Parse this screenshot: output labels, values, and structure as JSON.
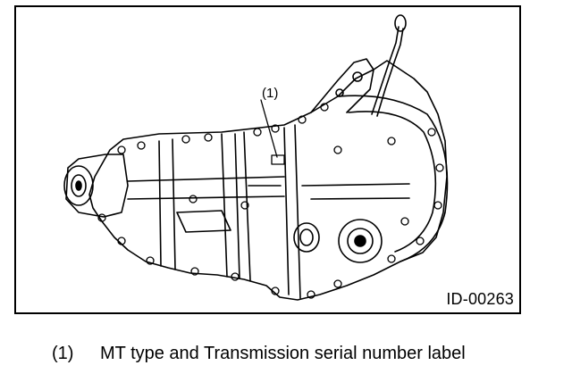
{
  "figure": {
    "callout": "(1)",
    "figure_id": "ID-00263"
  },
  "legend": {
    "items": [
      {
        "number": "(1)",
        "text": "MT type and Transmission serial number label"
      }
    ]
  },
  "icons": [
    "transmission-line-drawing"
  ]
}
